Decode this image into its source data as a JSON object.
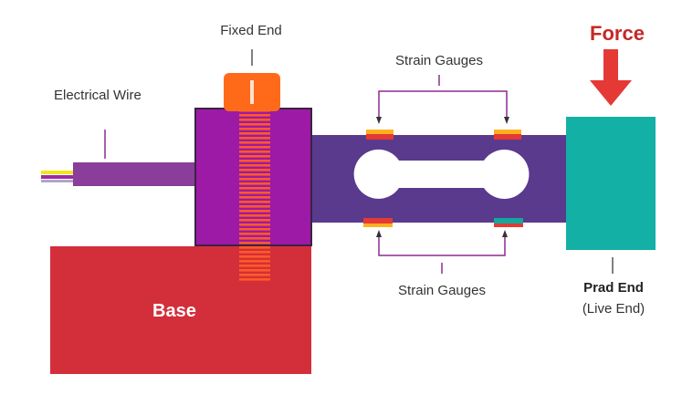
{
  "labels": {
    "fixed_end": "Fixed End",
    "force": "Force",
    "electrical_wire": "Electrical Wire",
    "strain_gauges_top": "Strain Gauges",
    "strain_gauges_bottom": "Strain Gauges",
    "base": "Base",
    "prad_end": "Prad End",
    "live_end": "(Live End)"
  },
  "colors": {
    "base": "#d32f3a",
    "block": "#9c1aa6",
    "beam": "#5a3a8c",
    "live_end": "#13b0a6",
    "bolt": "#ff5a26",
    "bolt_head": "#ff6a1a",
    "force_arrow": "#e53935",
    "wire": "#8a3d9a",
    "gauge_red": "#e53935",
    "gauge_orange": "#ffb020",
    "gauge_teal": "#13a89e",
    "line": "#8e2a94"
  }
}
